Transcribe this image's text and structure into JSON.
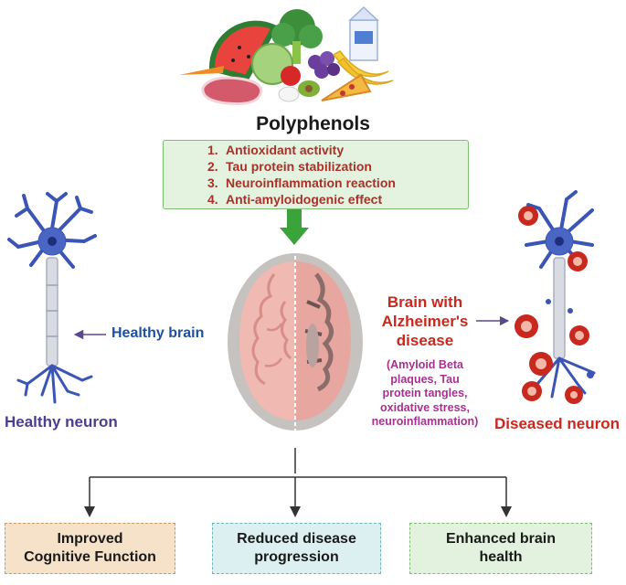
{
  "title": "Polyphenols",
  "mechanisms": [
    {
      "num": "1.",
      "text": "Antioxidant activity"
    },
    {
      "num": "2.",
      "text": "Tau protein stabilization"
    },
    {
      "num": "3.",
      "text": "Neuroinflammation reaction"
    },
    {
      "num": "4.",
      "text": "Anti-amyloidogenic effect"
    }
  ],
  "labels": {
    "healthy_brain": "Healthy brain",
    "healthy_neuron": "Healthy neuron",
    "diseased_neuron": "Diseased neuron",
    "alzheimer_line1": "Brain with",
    "alzheimer_line2": "Alzheimer's",
    "alzheimer_line3": "disease",
    "alz_detail_1": "(Amyloid Beta",
    "alz_detail_2": "plaques, Tau",
    "alz_detail_3": "protein tangles,",
    "alz_detail_4": "oxidative stress,",
    "alz_detail_5": "neuroinflammation)"
  },
  "outcomes": [
    {
      "line1": "Improved",
      "line2": "Cognitive Function"
    },
    {
      "line1": "Reduced disease",
      "line2": "progression"
    },
    {
      "line1": "Enhanced brain",
      "line2": "health"
    }
  ],
  "colors": {
    "mechanism_text": "#a8322a",
    "box_fill": "#e3f3df",
    "arrow_green": "#3aa33a",
    "neuron_blue": "#3b55b7",
    "healthy_label": "#1f4fa0",
    "neuron_label": "#4c3d8e",
    "alzheimer_label": "#c8281e",
    "alz_detail": "#a6318f"
  },
  "icons": [
    "food-group-icon",
    "healthy-neuron-icon",
    "diseased-neuron-icon",
    "brain-cross-section-icon",
    "green-down-arrow-icon"
  ]
}
